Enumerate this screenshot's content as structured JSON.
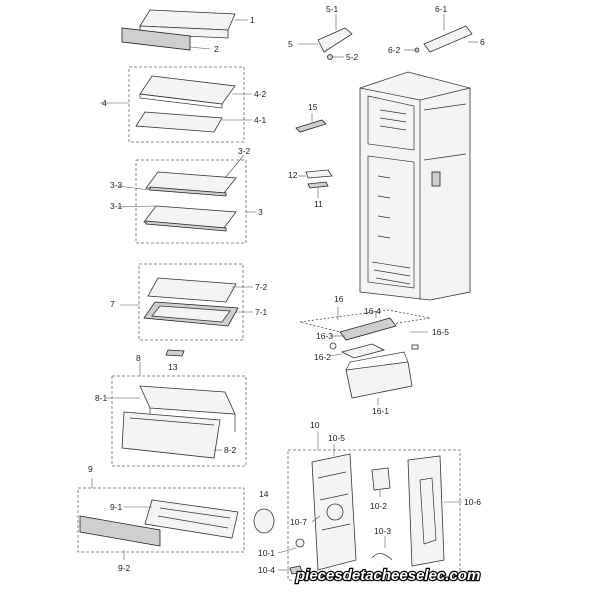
{
  "labels": {
    "l1": "1",
    "l2": "2",
    "l4": "4",
    "l4_2": "4-2",
    "l4_1": "4-1",
    "l3_2": "3-2",
    "l3_3": "3-3",
    "l3_1": "3-1",
    "l3": "3",
    "l7": "7",
    "l7_2": "7-2",
    "l7_1": "7-1",
    "l13": "13",
    "l8": "8",
    "l8_1": "8-1",
    "l8_2": "8-2",
    "l9": "9",
    "l9_1": "9-1",
    "l9_2": "9-2",
    "l5_1": "5-1",
    "l5": "5",
    "l5_2": "5-2",
    "l6_1": "6-1",
    "l6_2": "6-2",
    "l6": "6",
    "l15": "15",
    "l12": "12",
    "l11": "11",
    "l16": "16",
    "l16_4": "16-4",
    "l16_3": "16-3",
    "l16_5": "16-5",
    "l16_2": "16-2",
    "l16_1": "16-1",
    "l10": "10",
    "l10_5": "10-5",
    "l10_7": "10-7",
    "l10_2": "10-2",
    "l10_6": "10-6",
    "l10_3": "10-3",
    "l10_1": "10-1",
    "l10_4": "10-4",
    "l14": "14"
  },
  "watermark": "piecesdetacheeselec.com"
}
